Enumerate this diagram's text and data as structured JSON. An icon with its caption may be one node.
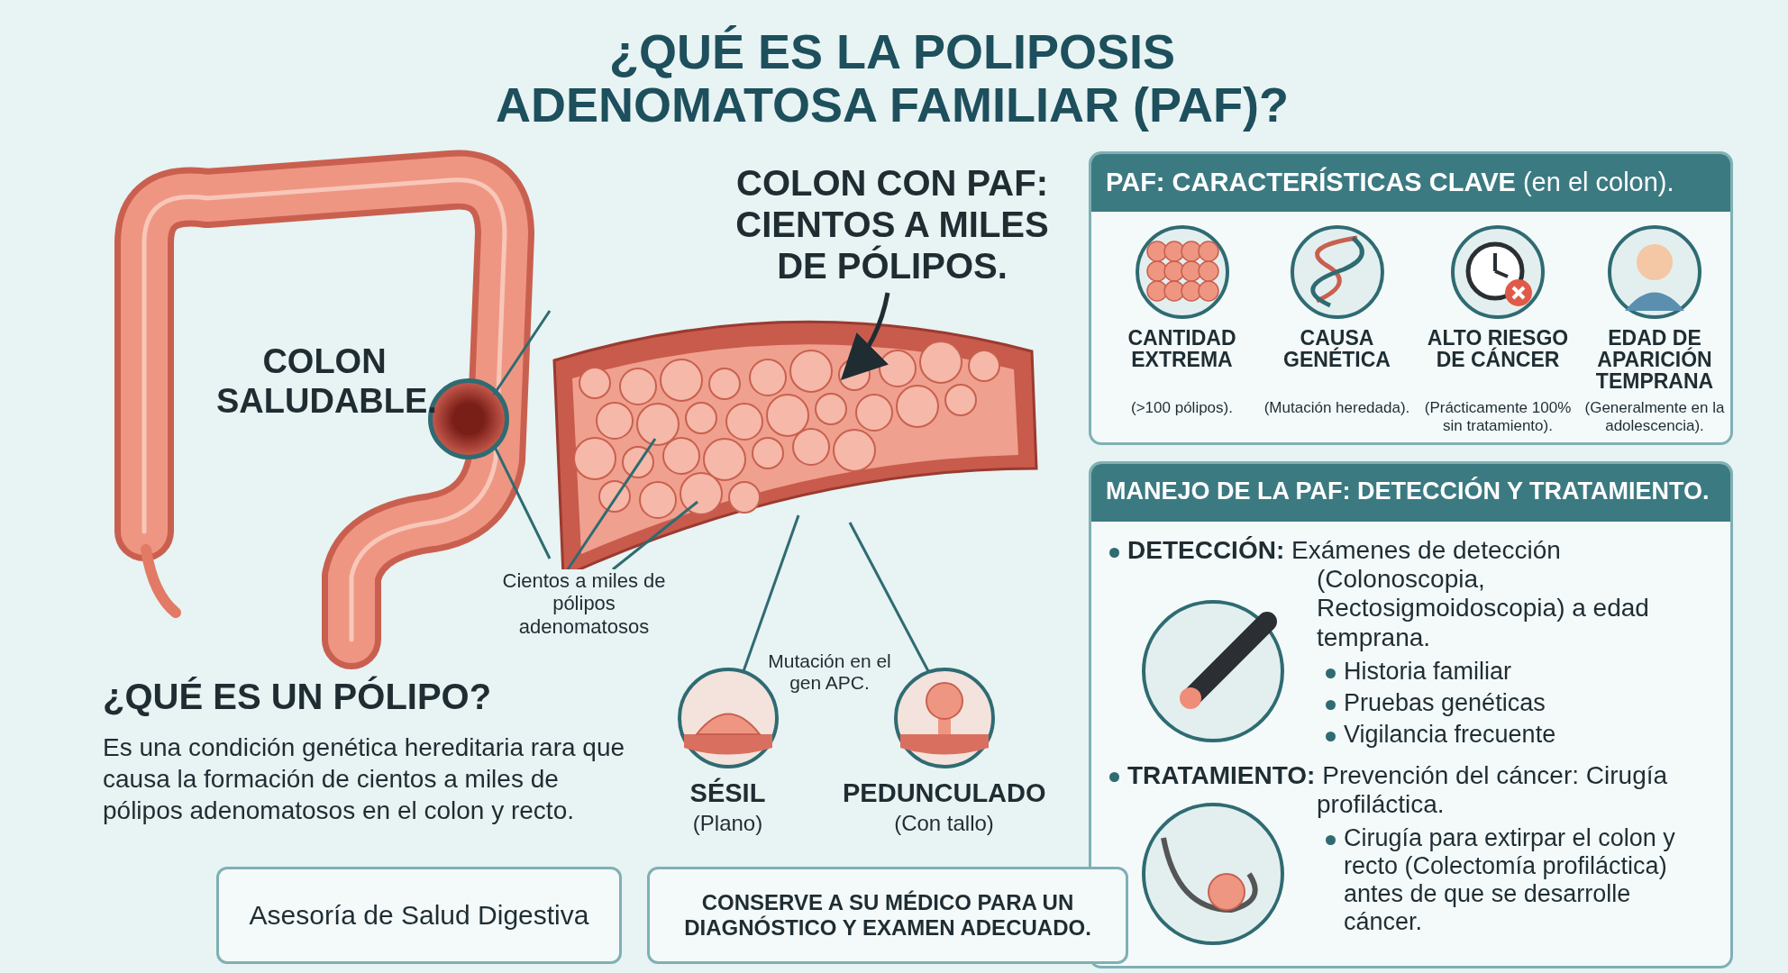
{
  "diagram": {
    "title": "¿QUÉ ES LA POLIPOSIS ADENOMATOSA FAMILIAR (PAF)?",
    "nodes": [
      {
        "text": [],
        "shape": "circle"
      },
      {
        "text": [],
        "shape": "picture"
      },
      {
        "text": [
          "COLON CON PAF: CIENTOS A MILES DE PÓLIPOS."
        ]
      },
      {
        "text": [
          "Cientos a miles de pólipos adenomatosos"
        ]
      },
      {
        "text": [
          "SÉSIL",
          "(Plano)"
        ]
      },
      {
        "text": [
          "PEDUNCULADO",
          "(Con tallo)"
        ]
      },
      {
        "text": [
          "**PAF: CARACTERÍSTICAS CLAVE** (en el colon)."
        ]
      },
      {
        "text": [
          "CANTIDAD EXTREMA",
          "(>100 pólipos)."
        ],
        "in": 6
      },
      {
        "text": [
          "CAUSA GENÉTICA",
          "(Mutación heredada)."
        ],
        "in": 6
      },
      {
        "text": [
          "ALTO RIESGO DE CÁNCER",
          "(Prácticamente 100% sin tratamiento)."
        ],
        "in": 6
      },
      {
        "text": [
          "EDAD DE APARICIÓN TEMPRANA",
          "(Generalmente en la adolescencia)."
        ],
        "in": 6
      },
      {
        "text": [
          "MANEJO DE LA PAF: DETECCIÓN Y TRATAMIENTO.",
          "**DETECCIÓN:** Exámenes de detección (Colonoscopia, Rectosigmoidoscopia) a edad temprana.",
          "Historia familiar",
          "Pruebas genéticas",
          "Vigilancia frecuente",
          "**TRATAMIENTO:** Prevención del cáncer: Cirugía profiláctica.",
          "Cirugía para extirpar el colon y recto (Colectomía profiláctica) antes de que se desarrolle cáncer."
        ]
      },
      {
        "text": [
          "Asesoría de Salud Digestiva"
        ]
      },
      {
        "text": [
          "CONSERVE A SU MÉDICO PARA UN DIAGNÓSTICO Y EXAMEN ADECUADO."
        ]
      }
    ],
    "edges": [
      {
        "from": 0,
        "to": 1,
        "arrow": "none"
      },
      {
        "from": 2,
        "to": 1,
        "arrow": "to"
      },
      {
        "from": 3,
        "to": 1,
        "arrow": "none"
      },
      {
        "from": 3,
        "to": 1,
        "arrow": "none"
      },
      {
        "from": 1,
        "to": 4,
        "arrow": "none"
      },
      {
        "from": 1,
        "to": 5,
        "arrow": "none"
      }
    ],
    "labels": [
      "COLON SALUDABLE.",
      "Mutación en el gen APC.",
      "¿QUÉ ES UN PÓLIPO?",
      "Es una condición genética hereditaria rara que causa la formación de cientos a miles de pólipos adenomatosos en el colon y recto."
    ]
  }
}
